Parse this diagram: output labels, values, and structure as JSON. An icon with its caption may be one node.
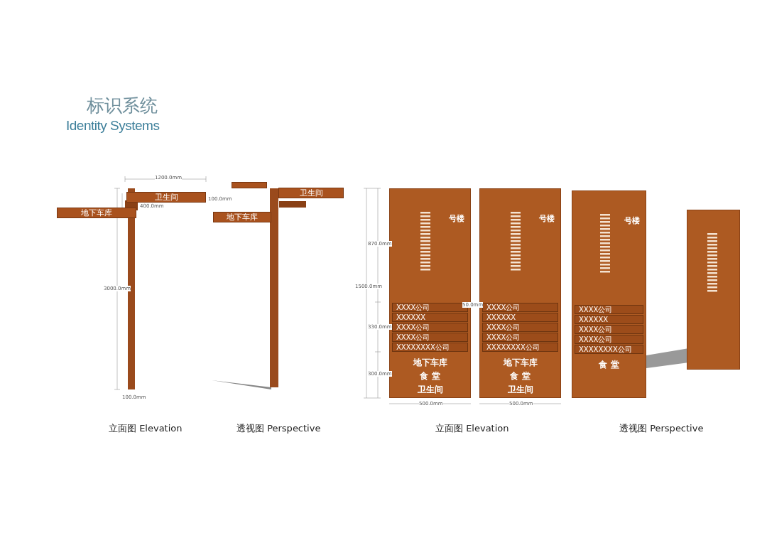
{
  "diagram": {
    "title": "标识系统",
    "nodes": [
      {
        "text": [
          "卫生间"
        ]
      },
      {
        "text": [
          "地下车库"
        ]
      },
      {
        "text": [
          "卫生间"
        ]
      },
      {
        "text": [
          "地下车库"
        ]
      },
      {
        "text": [],
        "shape": "bar"
      },
      {
        "text": [
          "号楼"
        ]
      },
      {
        "text": [
          "XXXX公司"
        ],
        "in": 5
      },
      {
        "text": [
          "XXXXXX"
        ],
        "in": 5
      },
      {
        "text": [
          "XXXX公司"
        ],
        "in": 5
      },
      {
        "text": [
          "XXXX公司"
        ],
        "in": 5
      },
      {
        "text": [
          "XXXXXXXX公司"
        ],
        "in": 5
      },
      {
        "text": [
          "地下车库"
        ],
        "in": 5
      },
      {
        "text": [
          "食 堂"
        ],
        "in": 5
      },
      {
        "text": [
          "卫生间"
        ],
        "in": 5
      },
      {
        "text": [
          "号楼"
        ]
      },
      {
        "text": [
          "XXXX公司"
        ],
        "in": 14
      },
      {
        "text": [
          "XXXXXX"
        ],
        "in": 14
      },
      {
        "text": [
          "XXXX公司"
        ],
        "in": 14
      },
      {
        "text": [
          "XXXX公司"
        ],
        "in": 14
      },
      {
        "text": [
          "XXXXXXXX公司"
        ],
        "in": 14
      },
      {
        "text": [
          "地下车库"
        ],
        "in": 14
      },
      {
        "text": [
          "食 堂"
        ],
        "in": 14
      },
      {
        "text": [
          "卫生间"
        ],
        "in": 14
      },
      {
        "text": [
          "号楼"
        ]
      },
      {
        "text": [
          "XXXX公司"
        ],
        "in": 23
      },
      {
        "text": [
          "XXXXXX"
        ],
        "in": 23
      },
      {
        "text": [
          "XXXX公司"
        ],
        "in": 23
      },
      {
        "text": [
          "XXXX公司"
        ],
        "in": 23
      },
      {
        "text": [
          "XXXXXXXX公司"
        ],
        "in": 23
      },
      {
        "text": [
          "食 堂"
        ],
        "in": 23
      },
      {
        "text": [],
        "shape": "picture"
      }
    ],
    "labels": [
      "Identity Systems",
      "1200.0mm",
      "100.0mm",
      "400.0mm",
      "3000.0mm",
      "100.0mm",
      "870.0mm",
      "1500.0mm",
      "50.0mm",
      "330.0mm",
      "300.0mm",
      "500.0mm",
      "500.0mm",
      "立面图 Elevation",
      "透视图 Perspective",
      "立面图 Elevation",
      "透视图 Perspective"
    ]
  }
}
